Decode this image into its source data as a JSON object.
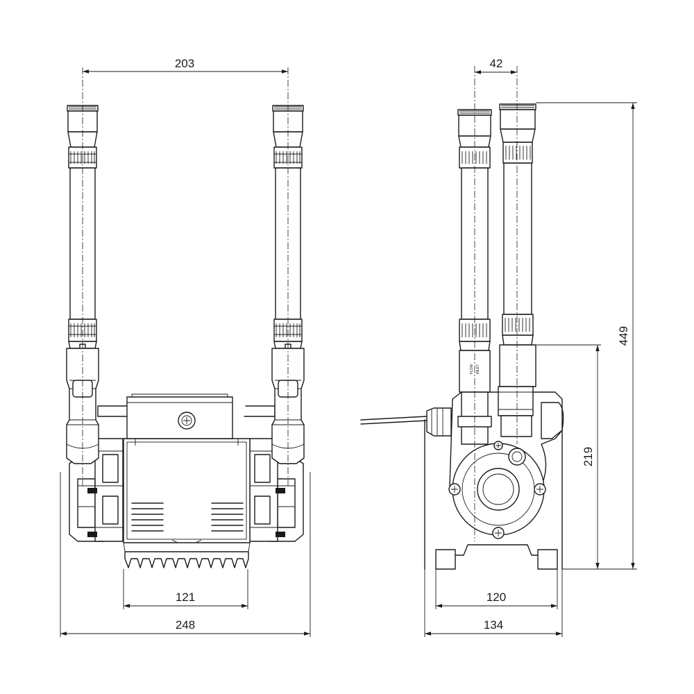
{
  "drawing": {
    "front_view": {
      "dimensions": {
        "pipe_spacing": "203",
        "base_width": "121",
        "overall_width": "248"
      }
    },
    "side_view": {
      "dimensions": {
        "pipe_offset": "42",
        "base_width": "120",
        "overall_depth": "134",
        "overall_height": "449",
        "outlet_height": "219"
      },
      "labels": {
        "flow": "FLOW",
        "inlet": "INLET"
      }
    }
  }
}
